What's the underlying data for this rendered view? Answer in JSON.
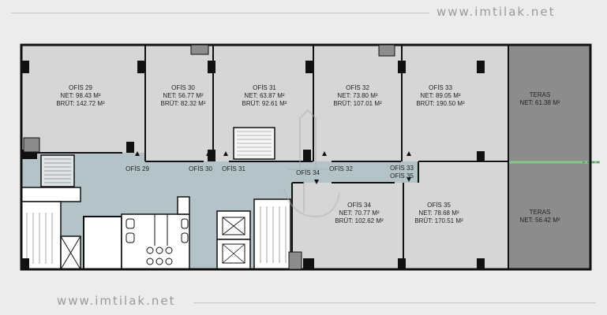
{
  "watermark": {
    "top": "www.imtilak.net",
    "bottom": "www.imtilak.net"
  },
  "rooms": [
    {
      "id": "ofis29",
      "name": "OFİS 29",
      "net": "NET:  98.43 M²",
      "brut": "BRÜT: 142.72 M²"
    },
    {
      "id": "ofis30",
      "name": "OFİS 30",
      "net": "NET:  56.77 M²",
      "brut": "BRÜT: 82.32 M²"
    },
    {
      "id": "ofis31",
      "name": "OFİS 31",
      "net": "NET:  63.87 M²",
      "brut": "BRÜT: 92.61 M²"
    },
    {
      "id": "ofis32",
      "name": "OFİS 32",
      "net": "NET:  73.80 M²",
      "brut": "BRÜT: 107.01 M²"
    },
    {
      "id": "ofis33",
      "name": "OFİS 33",
      "net": "NET:  89.05 M²",
      "brut": "BRÜT: 190.50 M²"
    },
    {
      "id": "ofis34",
      "name": "OFİS 34",
      "net": "NET:  70.77 M²",
      "brut": "BRÜT: 102.62 M²"
    },
    {
      "id": "ofis35",
      "name": "OFİS 35",
      "net": "NET:  78.68 M²",
      "brut": "BRÜT: 170.51 M²"
    },
    {
      "id": "teras1",
      "name": "TERAS",
      "net": "NET:  61.38 M²"
    },
    {
      "id": "teras2",
      "name": "TERAS",
      "net": "NET:  56.42 M²"
    }
  ],
  "door_labels": [
    "OFİS 29",
    "OFİS 30",
    "OFİS 31",
    "OFİS 34",
    "OFİS 32",
    "OFİS 33",
    "OFİS 35"
  ],
  "colors": {
    "wall": "#111111",
    "office": "#d6d6d6",
    "terrace": "#8c8c8c",
    "corridor": "#b4c3c8",
    "core": "#ffffff",
    "background": "#ececec",
    "divider": "#7ecb8a"
  }
}
